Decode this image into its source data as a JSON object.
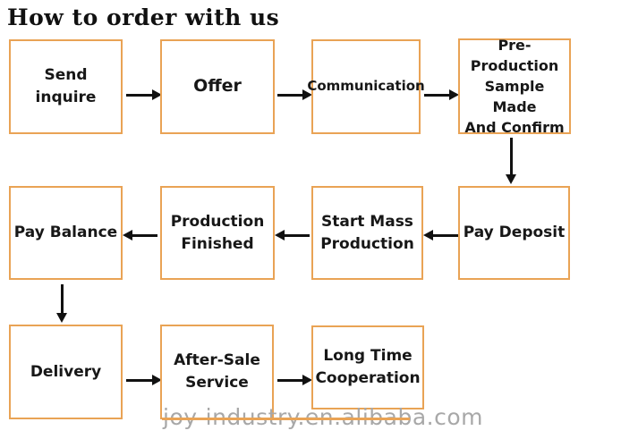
{
  "title": "How to order with us",
  "colors": {
    "box_border": "#E9A355",
    "arrow": "#111111",
    "text": "#171717",
    "watermark_text": "#a8a8a8",
    "background": "#ffffff"
  },
  "steps": [
    {
      "label": "Send inquire"
    },
    {
      "label": "Offer"
    },
    {
      "label": "Communication"
    },
    {
      "label": "Pre-Production\nSample Made\nAnd Confirm"
    },
    {
      "label": "Pay Balance"
    },
    {
      "label": "Production\nFinished"
    },
    {
      "label": "Start Mass\nProduction"
    },
    {
      "label": "Pay Deposit"
    },
    {
      "label": "Delivery"
    },
    {
      "label": "After-Sale\nService"
    },
    {
      "label": "Long Time\nCooperation"
    }
  ],
  "flow_order": [
    "Send inquire",
    "Offer",
    "Communication",
    "Pre-Production Sample Made And Confirm",
    "Pay Deposit",
    "Start Mass Production",
    "Production Finished",
    "Pay Balance",
    "Delivery",
    "After-Sale Service",
    "Long Time Cooperation"
  ],
  "watermark": {
    "text": "joy-industry.en.alibaba.com"
  }
}
